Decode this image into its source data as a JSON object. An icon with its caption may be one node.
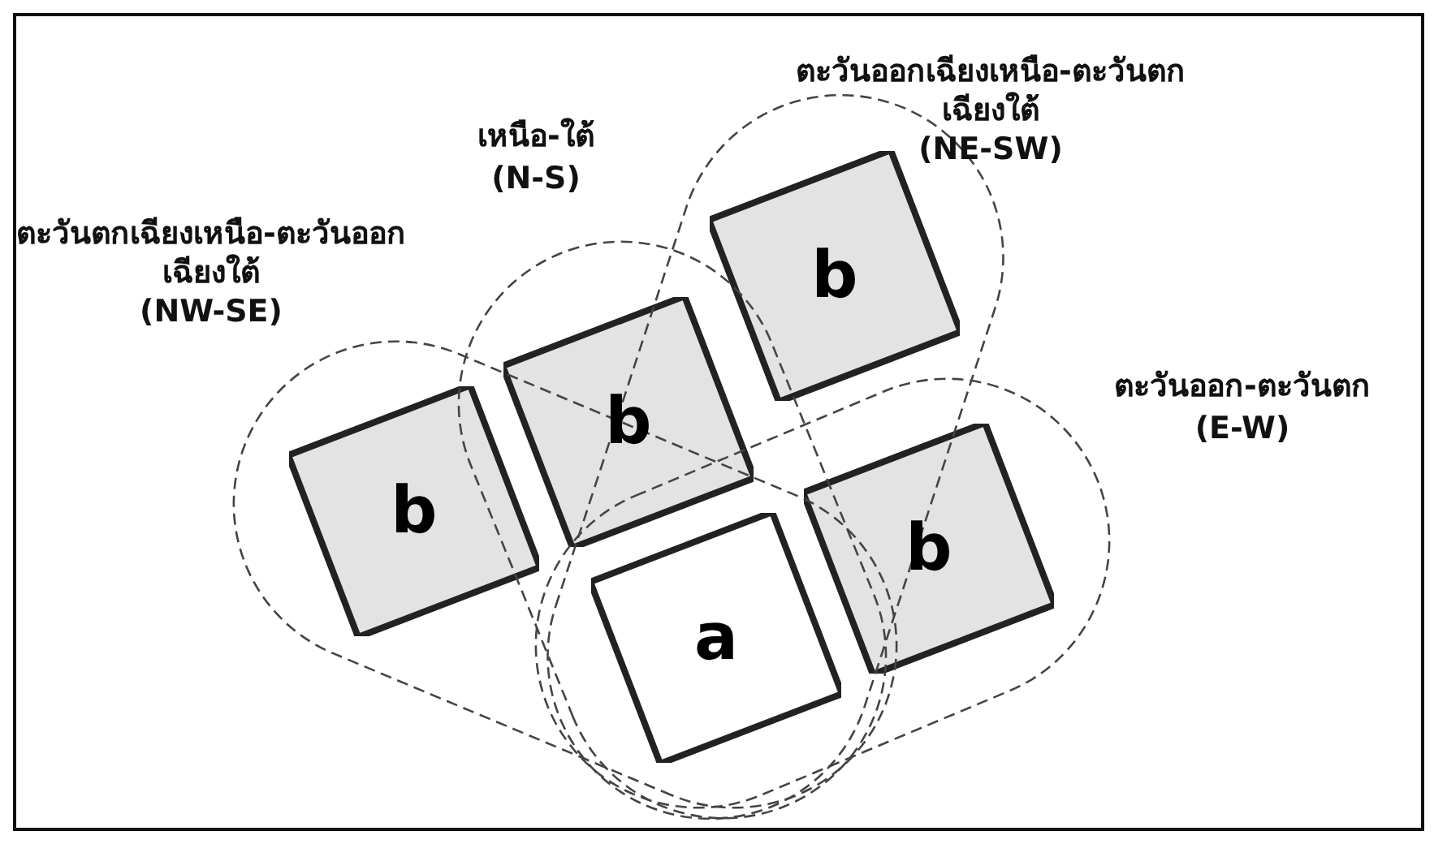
{
  "diagram": {
    "nodes": [
      {
        "text": [
          "b"
        ]
      },
      {
        "text": [
          "b"
        ]
      },
      {
        "text": [
          "b"
        ]
      },
      {
        "text": [
          "b"
        ]
      },
      {
        "text": [
          "a"
        ]
      }
    ],
    "labels": [
      "ตะวันออกเฉียงเหนือ-ตะวันตกเฉียงใต้",
      "(NE-SW)",
      "เหนือ-ใต้",
      "(N-S)",
      "ตะวันตกเฉียงเหนือ-ตะวันออกเฉียงใต้",
      "(NW-SE)",
      "ตะวันออก-ตะวันตก",
      "(E-W)"
    ]
  }
}
